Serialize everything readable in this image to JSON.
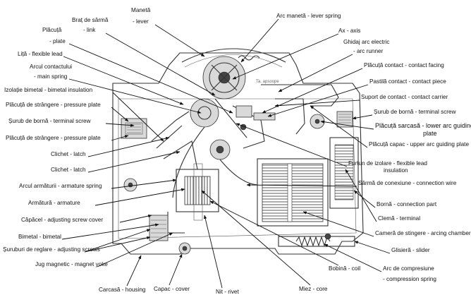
{
  "labels": {
    "maneta": "Manetă",
    "lever": "- lever",
    "brat_sarma": "Braț de sârmă",
    "link": "- link",
    "arc_maneta": "Arc manetă - lever spring",
    "ax": "Ax - axis",
    "ghidaj": "Ghidaj arc electric",
    "arc_runner": "- arc runner",
    "placuta": "Plăcuță",
    "plate": "- plate",
    "lita": "Liță - flexible lead",
    "arcul_contactului": "Arcul contactului",
    "main_spring": "- main spring",
    "izolatie": "Izolație bimetal - bimetal insulation",
    "placuta_strangere1": "Plăcuță de strângere - pressure plate",
    "surub_borna_left": "Șurub de bornă - terminal screw",
    "placuta_strangere2": "Plăcuță de strângere - pressure plate",
    "clichet1": "Clichet - latch",
    "clichet2": "Clichet - latch",
    "arcul_armaturii": "Arcul armăturii - armature spring",
    "armatura": "Armătură - armature",
    "capacel": "Căpăcel - adjusting screw  cover",
    "bimetal": "Bimetal - bimetal",
    "suruburi_reglare": "Șuruburi de reglare - adjusting screws",
    "jug": "Jug magnetic - magnet yoke",
    "carcasa": "Carcasă - housing",
    "capac": "Capac - cover",
    "nit": "Nit - rivet",
    "miez": "Miez - core",
    "bobina": "Bobină - coil",
    "placuta_contact": "Plăcuță contact - contact facing",
    "pastila": "Pastilă contact - contact piece",
    "suport": "Suport de contact - contact carrier",
    "surub_borna_right": "Șurub de bornă - terminal screw",
    "placuta_sarcasa": "Plăcuță sarcasă - lower arc guiding",
    "plate2": "plate",
    "placuta_capac": "Plăcuță capac - upper arc guiding plate",
    "furtun": "Furtun de izolare - flexible lead",
    "insulation": "insulation",
    "sarma_conexiune": "Sârmă de conexiune - connection wire",
    "borna": "Bornă - connection part",
    "clema": "Clemă - terminal",
    "camera": "Cameră de stingere - arcing chamber",
    "glisiera": "Glisieră - slider",
    "arc_compresiune": "Arc de compresiune",
    "compression_spring": "- compression spring",
    "drawing_note": "Ta. apsoope"
  },
  "colors": {
    "ink": "#111111",
    "hardware": "#333333",
    "shade": "#d9d9d9"
  }
}
